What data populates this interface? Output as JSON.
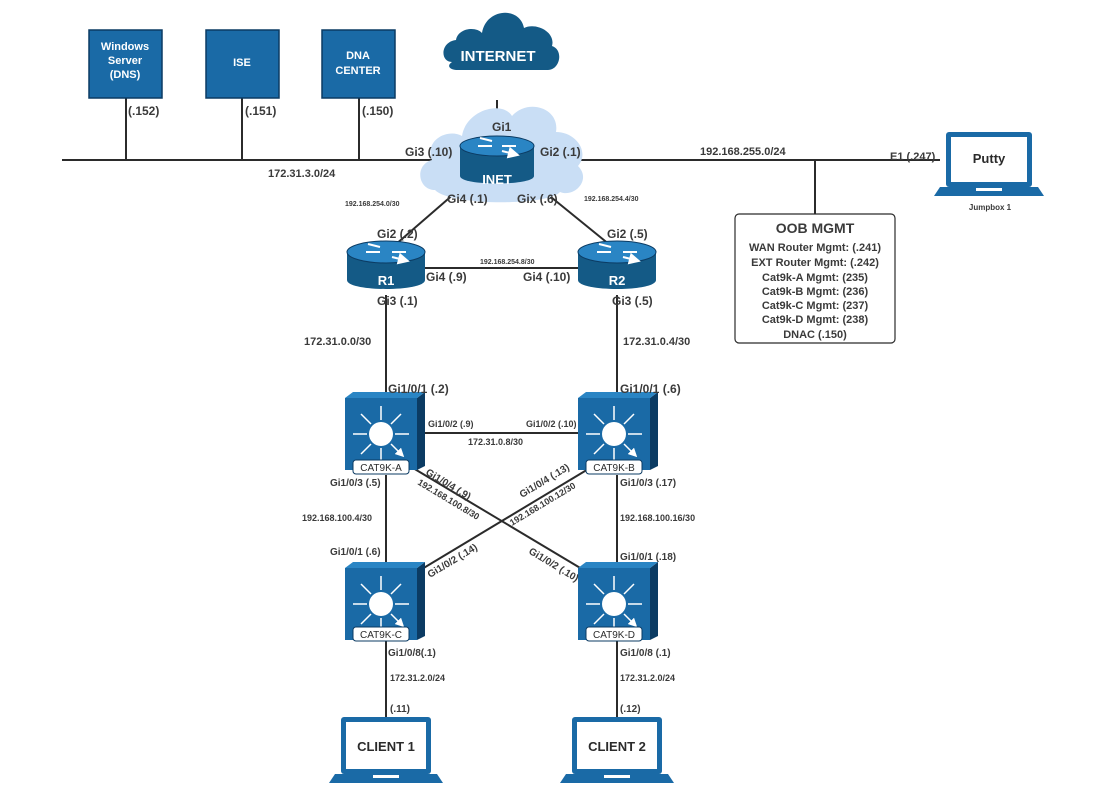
{
  "servers": {
    "dns": {
      "line1": "Windows",
      "line2": "Server",
      "line3": "(DNS)",
      "ip": "(.152)"
    },
    "ise": {
      "name": "ISE",
      "ip": "(.151)"
    },
    "dna": {
      "line1": "DNA",
      "line2": "CENTER",
      "ip": "(.150)"
    }
  },
  "subnets": {
    "mgmt_lan": "172.31.3.0/24",
    "wan": "192.168.255.0/24",
    "inet_r1": "192.168.254.0/30",
    "inet_r2": "192.168.254.4/30",
    "r1_r2": "192.168.254.8/30",
    "r1_a": "172.31.0.0/30",
    "r2_b": "172.31.0.4/30",
    "a_b": "172.31.0.8/30",
    "a_c": "192.168.100.4/30",
    "a_d": "192.168.100.8/30",
    "b_c": "192.168.100.12/30",
    "b_d": "192.168.100.16/30",
    "c_client": "172.31.2.0/24",
    "d_client": "172.31.2.0/24"
  },
  "internet": {
    "label": "INTERNET"
  },
  "inet": {
    "label": "INET",
    "gi1": "Gi1",
    "gi3": "Gi3 (.10)",
    "gi2": "Gi2 (.1)",
    "gi4": "Gi4 (.1)",
    "gix": "Gix (.6)"
  },
  "r1": {
    "label": "R1",
    "gi2": "Gi2 (.2)",
    "gi4": "Gi4 (.9)",
    "gi3": "Gi3 (.1)"
  },
  "r2": {
    "label": "R2",
    "gi2": "Gi2 (.5)",
    "gi4": "Gi4 (.10)",
    "gi3": "Gi3 (.5)"
  },
  "cat9k_a": {
    "label": "CAT9K-A",
    "p1": "Gi1/0/1 (.2)",
    "p2": "Gi1/0/2 (.9)",
    "p3": "Gi1/0/3 (.5)",
    "p4": "Gi1/0/4 (.9)"
  },
  "cat9k_b": {
    "label": "CAT9K-B",
    "p1": "Gi1/0/1 (.6)",
    "p2": "Gi1/0/2 (.10)",
    "p3": "Gi1/0/3 (.17)",
    "p4": "Gi1/0/4 (.13)"
  },
  "cat9k_c": {
    "label": "CAT9K-C",
    "p1": "Gi1/0/1 (.6)",
    "p2": "Gi1/0/2 (.14)",
    "p8": "Gi1/0/8(.1)"
  },
  "cat9k_d": {
    "label": "CAT9K-D",
    "p1": "Gi1/0/1 (.18)",
    "p2": "Gi1/0/2 (.10)",
    "p8": "Gi1/0/8 (.1)"
  },
  "clients": {
    "c1": {
      "label": "CLIENT 1",
      "ip": "(.11)"
    },
    "c2": {
      "label": "CLIENT 2",
      "ip": "(.12)"
    }
  },
  "putty": {
    "label": "Putty",
    "caption": "Jumpbox 1",
    "port": "E1 (.247)"
  },
  "oob": {
    "title": "OOB MGMT",
    "lines": [
      "WAN Router Mgmt: (.241)",
      "EXT Router Mgmt: (.242)",
      "Cat9k-A Mgmt: (235)",
      "Cat9k-B Mgmt: (236)",
      "Cat9k-C Mgmt: (237)",
      "Cat9k-D Mgmt: (238)",
      "DNAC (.150)"
    ]
  },
  "colors": {
    "device_blue": "#1a6aa6",
    "cloud_light": "#c9def5",
    "cloud_dark": "#145a86",
    "line": "#2b2b2b"
  }
}
